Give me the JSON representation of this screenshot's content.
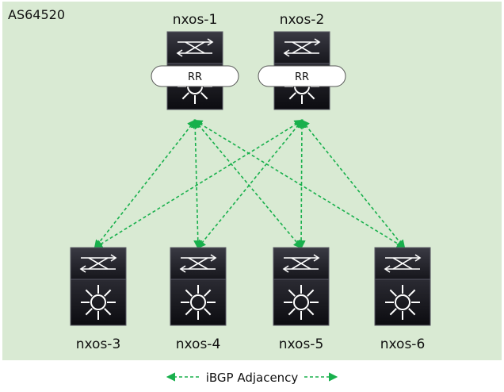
{
  "as_label": "AS64520",
  "colors": {
    "as_area": "#d9ead3",
    "adjacency": "#18b04c",
    "switch_dark": "#1d1d24",
    "rr_pill": "#ffffff"
  },
  "nodes": [
    {
      "id": "nxos-1",
      "label": "nxos-1",
      "role": "RR"
    },
    {
      "id": "nxos-2",
      "label": "nxos-2",
      "role": "RR"
    },
    {
      "id": "nxos-3",
      "label": "nxos-3",
      "role": ""
    },
    {
      "id": "nxos-4",
      "label": "nxos-4",
      "role": ""
    },
    {
      "id": "nxos-5",
      "label": "nxos-5",
      "role": ""
    },
    {
      "id": "nxos-6",
      "label": "nxos-6",
      "role": ""
    }
  ],
  "adjacencies": [
    {
      "from": "nxos-1",
      "to": "nxos-3"
    },
    {
      "from": "nxos-1",
      "to": "nxos-4"
    },
    {
      "from": "nxos-1",
      "to": "nxos-5"
    },
    {
      "from": "nxos-1",
      "to": "nxos-6"
    },
    {
      "from": "nxos-2",
      "to": "nxos-3"
    },
    {
      "from": "nxos-2",
      "to": "nxos-4"
    },
    {
      "from": "nxos-2",
      "to": "nxos-5"
    },
    {
      "from": "nxos-2",
      "to": "nxos-6"
    }
  ],
  "legend": {
    "label": "iBGP Adjacency"
  }
}
